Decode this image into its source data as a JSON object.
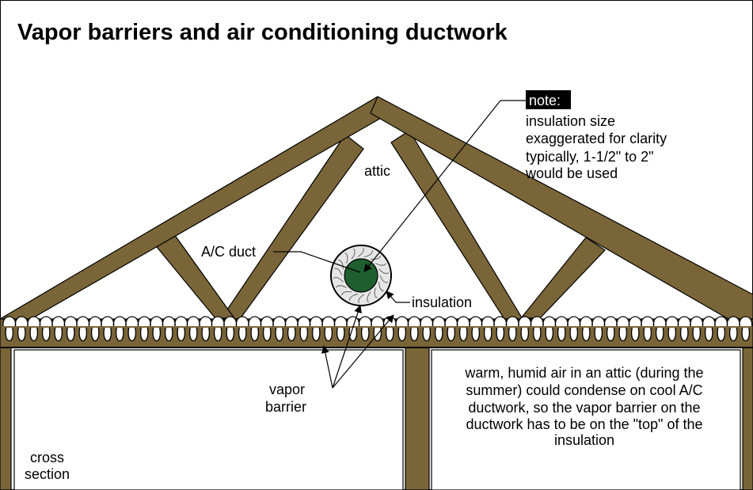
{
  "title": "Vapor barriers and air conditioning ductwork",
  "labels": {
    "attic": "attic",
    "ac_duct": "A/C duct",
    "insulation": "insulation",
    "vapor_barrier_line1": "vapor",
    "vapor_barrier_line2": "barrier",
    "cross_section_line1": "cross",
    "cross_section_line2": "section"
  },
  "note": {
    "tag": "note:",
    "line1": "insulation size",
    "line2": "exaggerated for clarity",
    "line3": "typically, 1-1/2\" to 2\"",
    "line4": "would be used"
  },
  "explanation": {
    "line1": "warm, humid air in an attic (during the",
    "line2": "summer) could condense on cool A/C",
    "line3": "ductwork, so the vapor barrier on the",
    "line4": "ductwork has to be on the \"top\" of the",
    "line5": "insulation"
  },
  "colors": {
    "wood": "#7a6538",
    "duct": "#1e5e2f",
    "insulation_fill": "#e6e6e6",
    "outline": "#000000"
  }
}
